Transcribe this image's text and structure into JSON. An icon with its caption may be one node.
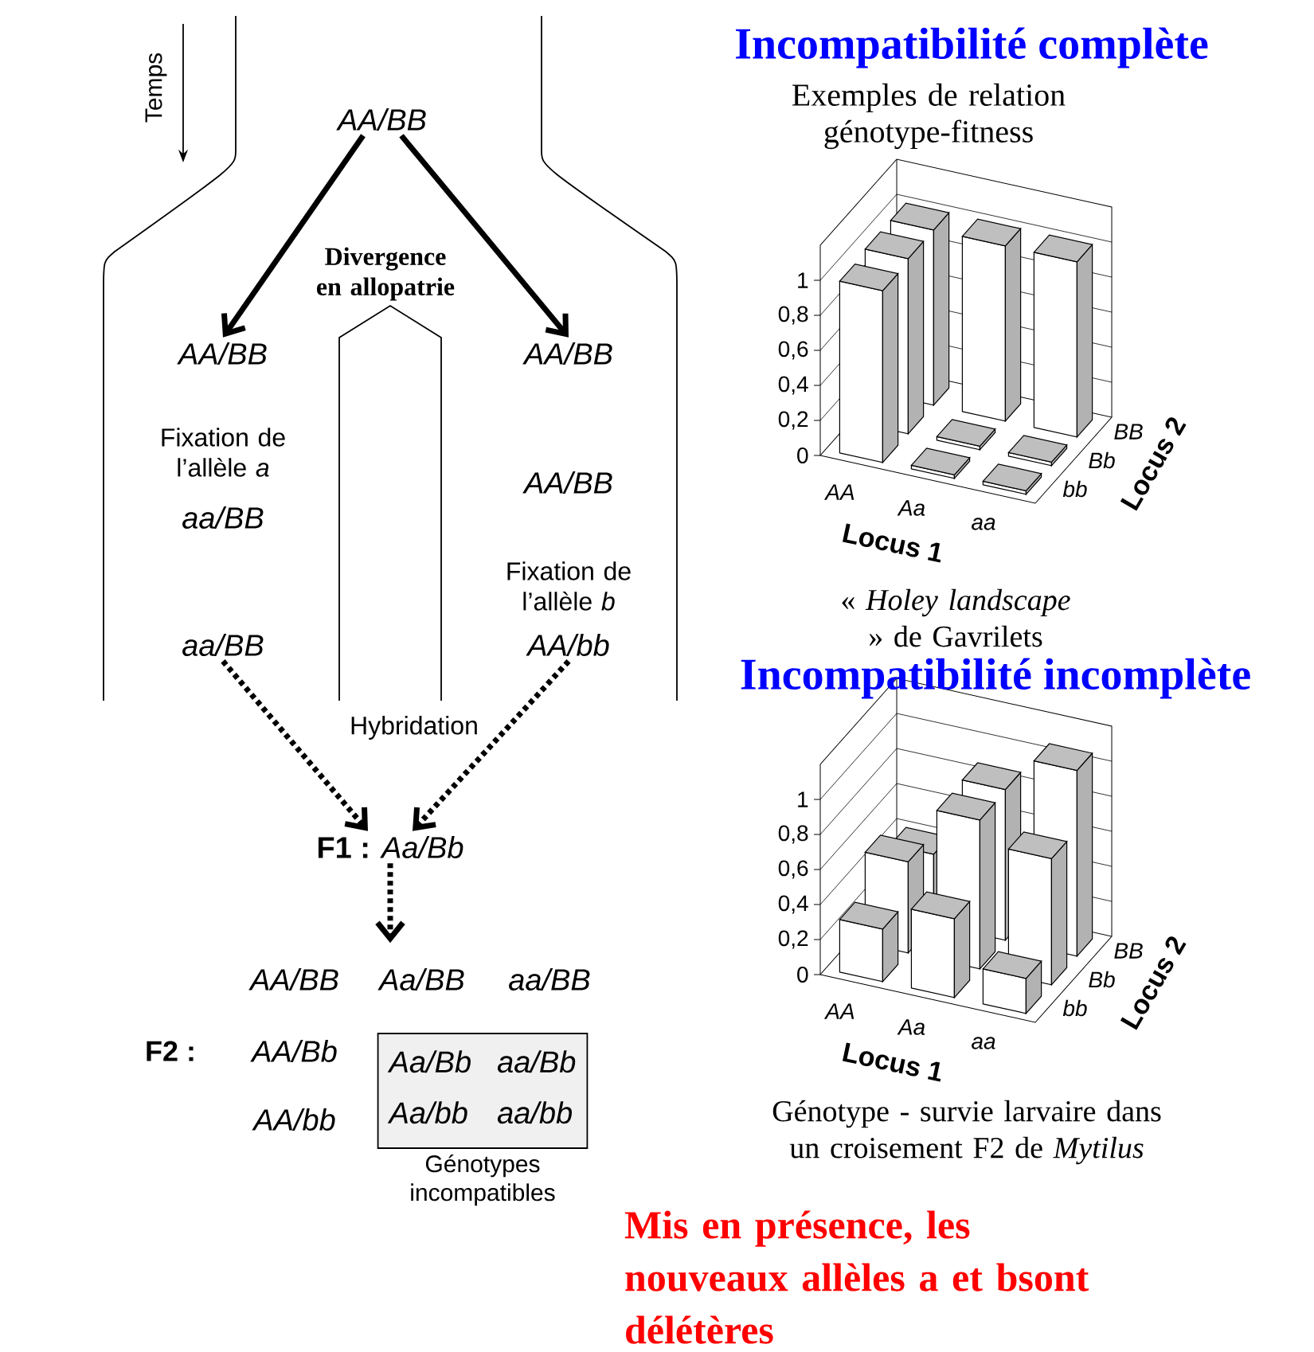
{
  "diagram": {
    "nodes": [
      {
        "text": [
          "AA/BB"
        ]
      },
      {
        "text": [
          "AA/BB"
        ]
      },
      {
        "text": [
          "AA/BB"
        ]
      },
      {
        "text": [
          "aa/BB"
        ]
      },
      {
        "text": [
          "AA/BB"
        ]
      },
      {
        "text": [
          "aa/BB"
        ]
      },
      {
        "text": [
          "AA/bb"
        ]
      },
      {
        "text": [
          "**F1 :** *Aa/Bb*"
        ]
      },
      {
        "text": [
          "Aa/Bb",
          "aa/Bb",
          "Aa/bb",
          "aa/bb"
        ],
        "beside": [
          "Génotypes incompatibles"
        ]
      }
    ],
    "edges": [
      {
        "from": 0,
        "to": 1,
        "arrow": "to"
      },
      {
        "from": 0,
        "to": 2,
        "arrow": "to"
      },
      {
        "from": 5,
        "to": 7,
        "arrow": "to",
        "style": "dashed"
      },
      {
        "from": 6,
        "to": 7,
        "arrow": "to",
        "style": "dashed"
      },
      {
        "from": 7,
        "to": null,
        "arrow": "to",
        "style": "dashed"
      }
    ],
    "labels": [
      "Temps",
      "Incompatibilité  complète",
      "Exemples de relation génotype-fitness",
      "Divergence en allopatrie",
      "1",
      "0,8",
      "0,6",
      "0,4",
      "0,2",
      "0",
      "AA",
      "Aa",
      "aa",
      "Locus 1",
      "BB",
      "Bb",
      "bb",
      "Locus 2",
      "Fixation de l’allèle *a*",
      "Fixation de l’allèle *b*",
      "« *Holey landscape* » de Gavrilets",
      "Incompatibilité  incomplète",
      "Hybridation",
      "1",
      "0,8",
      "0,6",
      "0,4",
      "0,2",
      "0",
      "AA",
      "Aa",
      "aa",
      "Locus 1",
      "BB",
      "Bb",
      "bb",
      "Locus 2",
      "Génotype - survie larvaire dans un croisement F2 de *Mytilus*",
      "F2 :",
      "AA/BB",
      "Aa/BB",
      "aa/BB",
      "AA/Bb",
      "AA/bb",
      "Mis en présence, les nouveaux allèles a et bsont délétères"
    ]
  }
}
